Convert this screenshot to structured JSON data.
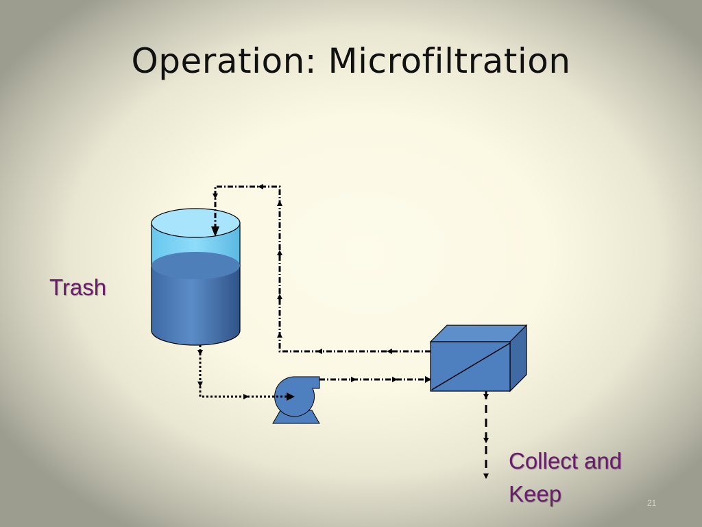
{
  "slide": {
    "title": "Operation: Microfiltration",
    "slide_number": "21"
  },
  "labels": {
    "trash": "Trash",
    "collect_line1": "Collect and",
    "collect_line2": "Keep"
  },
  "colors": {
    "title_text": "#111111",
    "label_text": "#6a1b6e",
    "tank_top": "#7fd6f7",
    "tank_body": "#4a7ab0",
    "equipment_fill": "#4e7fbf",
    "flow_line": "#000000"
  },
  "components": [
    "feed-tank",
    "pump",
    "microfiltration-module"
  ],
  "flows": [
    {
      "from": "feed-tank",
      "to": "pump",
      "style": "dotted"
    },
    {
      "from": "pump",
      "to": "microfiltration-module",
      "style": "dash-dot"
    },
    {
      "from": "microfiltration-module",
      "to": "feed-tank",
      "style": "dash-dot",
      "kind": "retentate-return"
    },
    {
      "from": "microfiltration-module",
      "to": "collect-and-keep",
      "style": "dashed",
      "kind": "permeate"
    }
  ]
}
